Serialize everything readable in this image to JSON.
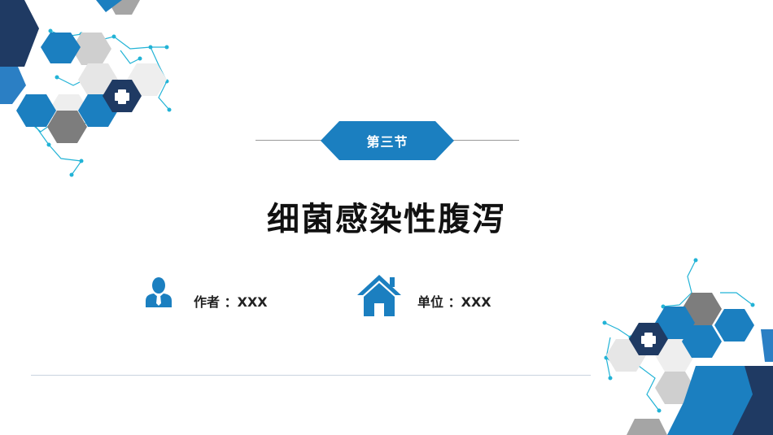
{
  "slide": {
    "section_label": "第三节",
    "title": "细菌感染性腹泻",
    "author_label": "作者",
    "author_sep": "：",
    "author_value": "XXX",
    "org_label": "单位",
    "org_sep": "：",
    "org_value": "XXX"
  },
  "colors": {
    "primary_blue": "#1b7fc0",
    "navy": "#1f3a63",
    "gray": "#a5a5a5",
    "light_gray": "#e6e6e6",
    "cyan_line": "#22b3d6"
  },
  "icons": {
    "author": "person-icon",
    "org": "house-icon",
    "badge": "medical-cross-icon"
  }
}
